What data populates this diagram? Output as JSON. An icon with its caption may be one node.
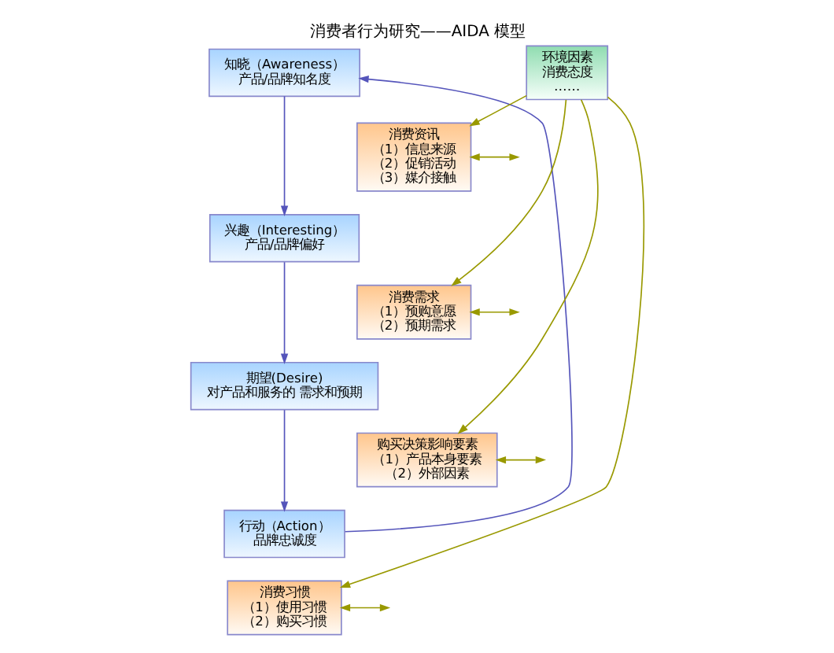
{
  "diagram": {
    "title": "消费者行为研究——AIDA 模型",
    "nodes": [
      {
        "text": [
          "知晓（Awareness）",
          "产品/品牌知名度"
        ]
      },
      {
        "text": [
          "兴趣（Interesting）",
          "产品/品牌偏好"
        ]
      },
      {
        "text": [
          "期望(Desire)",
          "对产品和服务的 需求和预期"
        ]
      },
      {
        "text": [
          "行动（Action）",
          "品牌忠诚度"
        ]
      },
      {
        "text": [
          "消费资讯",
          "（1）信息来源",
          "（2）促销活动",
          "（3）媒介接触"
        ]
      },
      {
        "text": [
          "消费需求",
          "（1）预购意愿",
          "（2）预期需求"
        ]
      },
      {
        "text": [
          "购买决策影响要素",
          "（1）产品本身要素",
          "（2）外部因素"
        ]
      },
      {
        "text": [
          "消费习惯",
          "（1）使用习惯",
          "（2）购买习惯"
        ]
      },
      {
        "text": [
          "环境因素",
          "消费态度",
          "……"
        ]
      }
    ],
    "edges": [
      {
        "from": 0,
        "to": 1,
        "arrow": "to",
        "color": "#5555bb"
      },
      {
        "from": 1,
        "to": 2,
        "arrow": "to",
        "color": "#5555bb"
      },
      {
        "from": 2,
        "to": 3,
        "arrow": "to",
        "color": "#5555bb"
      },
      {
        "from": 3,
        "to": 0,
        "arrow": "to",
        "color": "#5555bb"
      },
      {
        "from": 4,
        "to": null,
        "arrow": "both",
        "color": "#999900"
      },
      {
        "from": 5,
        "to": null,
        "arrow": "both",
        "color": "#999900"
      },
      {
        "from": 6,
        "to": null,
        "arrow": "both",
        "color": "#999900"
      },
      {
        "from": 7,
        "to": null,
        "arrow": "both",
        "color": "#999900"
      },
      {
        "from": 8,
        "to": 4,
        "arrow": "to",
        "color": "#999900"
      },
      {
        "from": 8,
        "to": 5,
        "arrow": "to",
        "color": "#999900"
      },
      {
        "from": 8,
        "to": 6,
        "arrow": "to",
        "color": "#999900"
      },
      {
        "from": 8,
        "to": 7,
        "arrow": "to",
        "color": "#999900"
      }
    ]
  }
}
